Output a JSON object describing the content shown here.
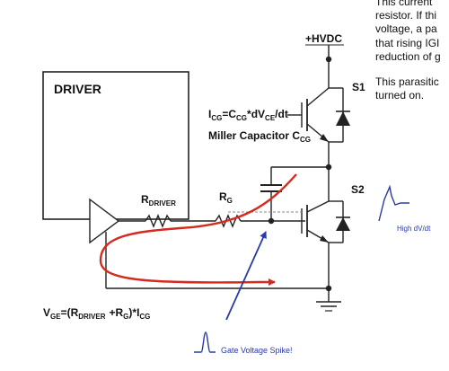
{
  "paragraph": {
    "line_0": "This current",
    "line_1": "resistor. If thi",
    "line_2": "voltage, a pa",
    "line_3": "that rising IGI",
    "line_4": "reduction of g",
    "line_5": "This parasitic",
    "line_6": "turned on."
  },
  "diagram": {
    "hvdc_label": "+HVDC",
    "driver_label": "DRIVER",
    "s1_label": "S1",
    "s2_label": "S2",
    "icg_eq": {
      "i": "I",
      "i_sub": "CG",
      "eq": "=C",
      "c_sub": "CG",
      "mid": "*dV",
      "v_sub": "CE",
      "tail": "/dt"
    },
    "miller": {
      "text": "Miller Capacitor C",
      "sub": "CG"
    },
    "rdriver": {
      "r": "R",
      "sub": "DRIVER"
    },
    "rg": {
      "r": "R",
      "sub": "G"
    },
    "vge_eq": {
      "v": "V",
      "v_sub": "GE",
      "a": "=(R",
      "a_sub": "DRIVER",
      "b": "+R",
      "b_sub": "G",
      "c": ")*I",
      "c_sub": "CG"
    },
    "high_dvdt_label": "High dV/dt",
    "gate_spike_label": "Gate Voltage Spike!"
  },
  "colors": {
    "red_arrow": "#d42a1f",
    "blue_arrow": "#2a3aa6",
    "line": "#222222"
  }
}
